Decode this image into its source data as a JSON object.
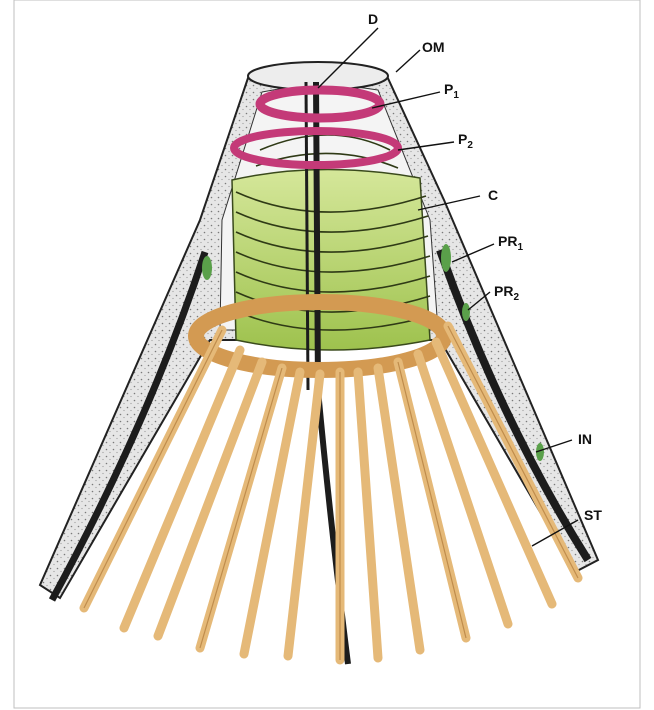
{
  "labels": {
    "D": {
      "main": "D",
      "sub": ""
    },
    "OM": {
      "main": "OM",
      "sub": ""
    },
    "P1": {
      "main": "P",
      "sub": "1"
    },
    "P2": {
      "main": "P",
      "sub": "2"
    },
    "C": {
      "main": "C",
      "sub": ""
    },
    "PR1": {
      "main": "PR",
      "sub": "1"
    },
    "PR2": {
      "main": "PR",
      "sub": "2"
    },
    "IN": {
      "main": "IN",
      "sub": ""
    },
    "ST": {
      "main": "ST",
      "sub": ""
    }
  },
  "colors": {
    "body_stipple": "#cfcfcf",
    "coil": "#b7d46c",
    "polar_ring": "#c43a78",
    "collar": "#d39a52",
    "stalk": "#e5b978",
    "dark_tube": "#1c1c1c",
    "green_inclusion": "#5aa04a"
  }
}
